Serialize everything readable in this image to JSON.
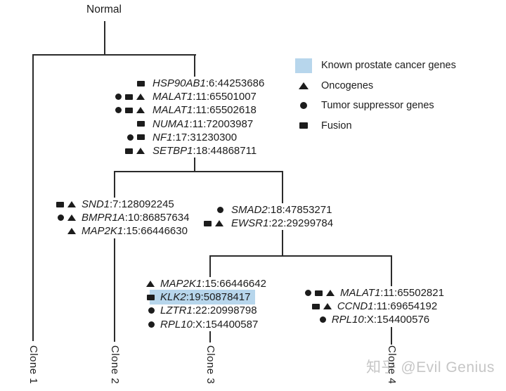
{
  "title": "Normal",
  "colors": {
    "highlight_blue": "#b7d6ec",
    "line": "#2b2b2b",
    "text": "#1c1c1c",
    "watermark_gray": "#c6c6c6"
  },
  "legend": [
    {
      "icons": [
        "blue-swatch"
      ],
      "label": "Known prostate cancer genes"
    },
    {
      "icons": [
        "triangle"
      ],
      "label": "Oncogenes"
    },
    {
      "icons": [
        "circle"
      ],
      "label": "Tumor suppressor genes"
    },
    {
      "icons": [
        "square"
      ],
      "label": "Fusion"
    }
  ],
  "lists": {
    "trunk": [
      {
        "icons": [
          "square"
        ],
        "gene": "HSP90AB1",
        "locus": ":6:44253686"
      },
      {
        "icons": [
          "circle",
          "square",
          "triangle"
        ],
        "gene": "MALAT1",
        "locus": ":11:65501007"
      },
      {
        "icons": [
          "circle",
          "square",
          "triangle"
        ],
        "gene": "MALAT1",
        "locus": ":11:65502618"
      },
      {
        "icons": [
          "square"
        ],
        "gene": "NUMA1",
        "locus": ":11:72003987"
      },
      {
        "icons": [
          "circle",
          "square"
        ],
        "gene": "NF1",
        "locus": ":17:31230300"
      },
      {
        "icons": [
          "square",
          "triangle"
        ],
        "gene": "SETBP1",
        "locus": ":18:44868711"
      }
    ],
    "branch_left": [
      {
        "icons": [
          "square",
          "triangle"
        ],
        "gene": "SND1",
        "locus": ":7:128092245"
      },
      {
        "icons": [
          "circle",
          "triangle"
        ],
        "gene": "BMPR1A",
        "locus": ":10:86857634"
      },
      {
        "icons": [
          "triangle"
        ],
        "gene": "MAP2K1",
        "locus": ":15:66446630"
      }
    ],
    "branch_mid": [
      {
        "icons": [
          "circle"
        ],
        "gene": "SMAD2",
        "locus": ":18:47853271"
      },
      {
        "icons": [
          "square",
          "triangle"
        ],
        "gene": "EWSR1",
        "locus": ":22:29299784"
      }
    ],
    "clone3": [
      {
        "icons": [
          "triangle"
        ],
        "gene": "MAP2K1",
        "locus": ":15:66446642"
      },
      {
        "icons": [
          "square"
        ],
        "gene": "KLK2",
        "locus": ":19:50878417",
        "highlighted": true
      },
      {
        "icons": [
          "circle"
        ],
        "gene": "LZTR1",
        "locus": ":22:20998798"
      },
      {
        "icons": [
          "circle"
        ],
        "gene": "RPL10",
        "locus": ":X:154400587"
      }
    ],
    "clone4": [
      {
        "icons": [
          "circle",
          "square",
          "triangle"
        ],
        "gene": "MALAT1",
        "locus": ":11:65502821"
      },
      {
        "icons": [
          "square",
          "triangle"
        ],
        "gene": "CCND1",
        "locus": ":11:69654192"
      },
      {
        "icons": [
          "circle"
        ],
        "gene": "RPL10",
        "locus": ":X:154400576"
      }
    ]
  },
  "clones": [
    {
      "label": "Clone 1"
    },
    {
      "label": "Clone 2"
    },
    {
      "label": "Clone 3"
    },
    {
      "label": "Clone 4"
    }
  ],
  "watermark": "知乎 @Evil Genius"
}
